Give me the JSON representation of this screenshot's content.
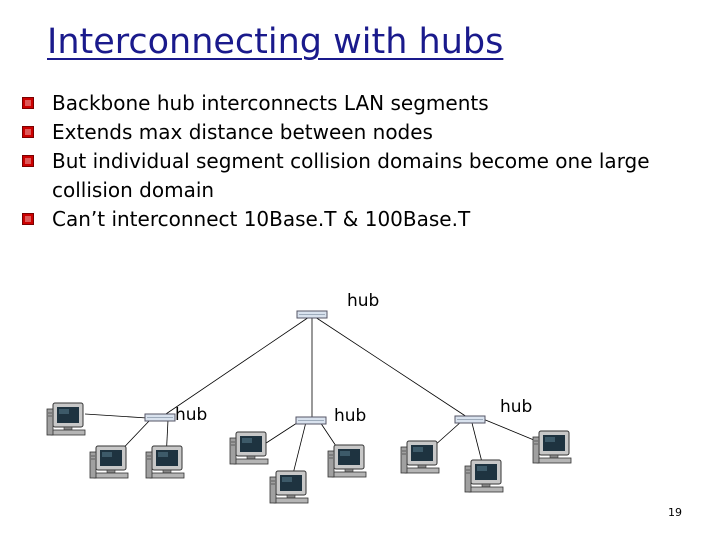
{
  "slide": {
    "title": "Interconnecting with hubs",
    "bullets": [
      "Backbone hub interconnects LAN segments",
      "Extends max distance between nodes",
      "But individual segment collision domains become one large collision domain",
      "Can’t interconnect 10Base.T & 100Base.T"
    ],
    "bullet_icon": "red-checkbox-bullet-icon",
    "accent_color": "#1a1a8c",
    "bullet_color": "#cc0000",
    "page_number": "19"
  },
  "diagram": {
    "hub_labels": {
      "backbone": "hub",
      "left": "hub",
      "middle": "hub",
      "right": "hub"
    },
    "computer_icon": "desktop-computer-icon",
    "hub_icon": "hub-device-icon"
  }
}
